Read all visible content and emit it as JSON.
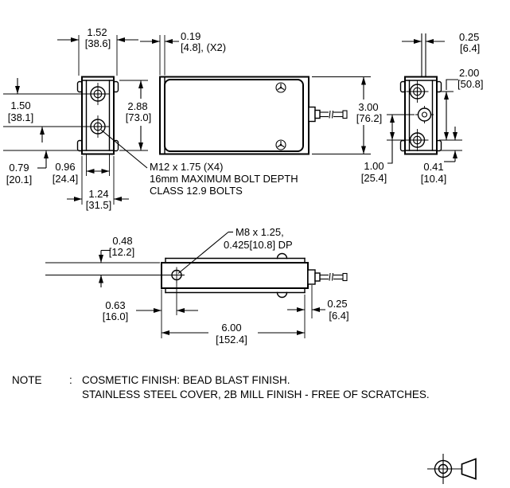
{
  "dims": {
    "d152": {
      "in": "1.52",
      "mm": "[38.6]"
    },
    "d019": {
      "in": "0.19",
      "mm": "[4.8], (X2)"
    },
    "d025_cable": {
      "in": "0.25",
      "mm": "[6.4]"
    },
    "d200": {
      "in": "2.00",
      "mm": "[50.8]"
    },
    "d150": {
      "in": "1.50",
      "mm": "[38.1]"
    },
    "d288": {
      "in": "2.88",
      "mm": "[73.0]"
    },
    "d300": {
      "in": "3.00",
      "mm": "[76.2]"
    },
    "d079": {
      "in": "0.79",
      "mm": "[20.1]"
    },
    "d096": {
      "in": "0.96",
      "mm": "[24.4]"
    },
    "d124": {
      "in": "1.24",
      "mm": "[31.5]"
    },
    "d100": {
      "in": "1.00",
      "mm": "[25.4]"
    },
    "d041": {
      "in": "0.41",
      "mm": "[10.4]"
    },
    "d048": {
      "in": "0.48",
      "mm": "[12.2]"
    },
    "d063": {
      "in": "0.63",
      "mm": "[16.0]"
    },
    "d600": {
      "in": "6.00",
      "mm": "[152.4]"
    },
    "d025_conn": {
      "in": "0.25",
      "mm": "[6.4]"
    }
  },
  "callouts": {
    "m12": {
      "line1": "M12 x 1.75 (X4)",
      "line2": "16mm MAXIMUM BOLT DEPTH",
      "line3": "CLASS 12.9 BOLTS"
    },
    "m8": {
      "line1": "M8 x 1.25,",
      "line2": "0.425[10.8] DP"
    }
  },
  "note": {
    "label": "NOTE",
    "separator": ":",
    "line1": "COSMETIC FINISH: BEAD BLAST FINISH.",
    "line2": "STAINLESS STEEL COVER, 2B MILL FINISH - FREE OF SCRATCHES."
  },
  "symbols": {
    "projection": "third-angle-projection"
  },
  "colors": {
    "line": "#000000",
    "background": "#ffffff"
  }
}
